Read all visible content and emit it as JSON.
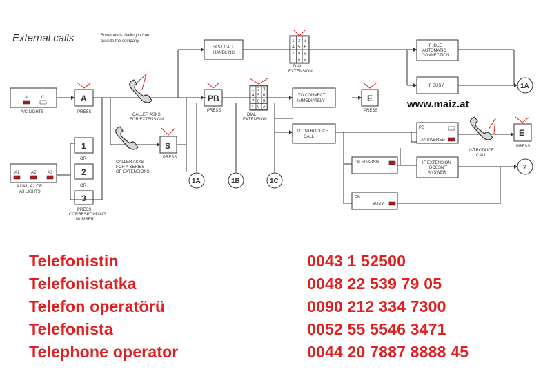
{
  "diagram": {
    "title": "External calls",
    "subtitle": [
      "Someone is dialling in from",
      "outside the company"
    ],
    "lights_a_c": {
      "keys": [
        "A",
        "C"
      ],
      "caption": "A/C LIGHTS"
    },
    "lights_a123": {
      "keys": [
        "A1",
        "A2",
        "A3"
      ],
      "caption": [
        "A1/A1, A2 OR",
        "A3 LIGHTS"
      ]
    },
    "press": "PRESS",
    "or": "OR",
    "key_a": "A",
    "keys_123": [
      "1",
      "2",
      "3"
    ],
    "press_number": [
      "PRESS",
      "CORRESPONDING",
      "NUMBER"
    ],
    "caller_asks": [
      "CALLER ASKS",
      "FOR EXTENSION"
    ],
    "caller_series": [
      "CALLER ASKS",
      "FOR A SERIES",
      "OF EXTENSIONS"
    ],
    "key_s": "S",
    "key_pb": "PB",
    "keypad": [
      "1",
      "2",
      "3",
      "4",
      "5",
      "6",
      "7",
      "8",
      "9",
      "*",
      "0",
      "#"
    ],
    "dial_extension": [
      "DIAL",
      "EXTENSION"
    ],
    "fast_call": [
      "FAST CALL",
      "HANDLING"
    ],
    "if_idle": [
      "IF IDLE",
      "AUTOMATIC",
      "CONNECTION"
    ],
    "if_busy": "IF BUSY",
    "connect": [
      "TO CONNECT",
      "IMMEDIATELY"
    ],
    "key_e": "E",
    "introduce": [
      "TO INTRODUCE",
      "CALL"
    ],
    "pb_ringing": "PB RINGING",
    "pb": "PB",
    "busy": "BUSY",
    "answered": "ANSWERED",
    "if_no_answer": [
      "IF EXTENSION",
      "DOESN'T",
      "ANSWER"
    ],
    "introduce_call": [
      "INTRODUCE",
      "CALL"
    ],
    "refs": [
      "1A",
      "1B",
      "1C",
      "1A",
      "2"
    ],
    "website": "www.maiz.at"
  },
  "contacts": [
    {
      "label": "Telefonistin",
      "number": "0043 1 52500"
    },
    {
      "label": "Telefonistatka",
      "number": "0048 22 539 79 05"
    },
    {
      "label": "Telefon operatörü",
      "number": "0090 212 334 7300"
    },
    {
      "label": "Telefonista",
      "number": "0052 55 5546 3471"
    },
    {
      "label": "Telephone operator",
      "number": "0044 20 7887 8888 45"
    }
  ],
  "colors": {
    "accent": "#e02020",
    "line": "#333333",
    "led": "#b01818"
  }
}
